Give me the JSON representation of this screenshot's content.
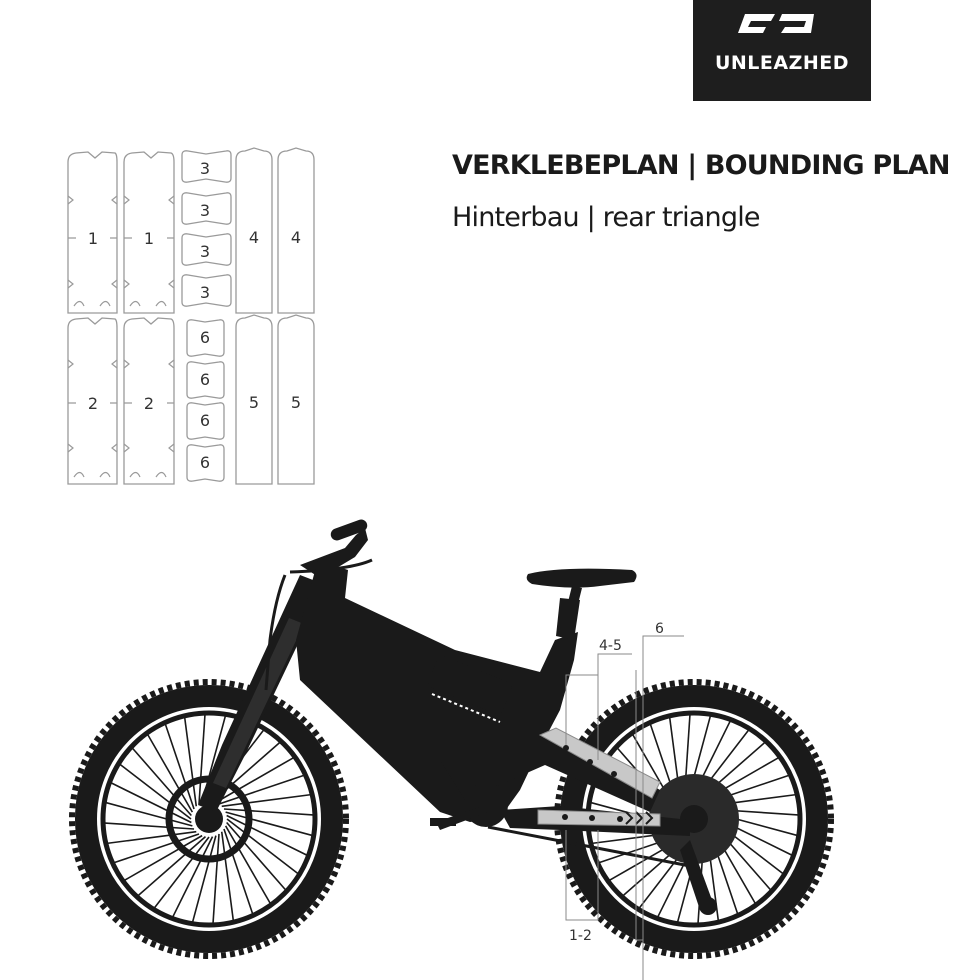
{
  "brand": {
    "name": "UNLEAZHED",
    "colors": {
      "dark": "#1e1e1e",
      "frame": "#1a1a1a",
      "protector": "#c8c8c8",
      "outline": "#9a9a9a"
    }
  },
  "heading": {
    "title": "VERKLEBEPLAN | BOUNDING PLAN",
    "subtitle": "Hinterbau | rear triangle"
  },
  "stickers": {
    "piece_1": "1",
    "piece_2": "2",
    "piece_3": "3",
    "piece_4": "4",
    "piece_5": "5",
    "piece_6": "6"
  },
  "callouts": {
    "seatstay": "4-5",
    "dropout": "6",
    "chainstay": "1-2"
  }
}
